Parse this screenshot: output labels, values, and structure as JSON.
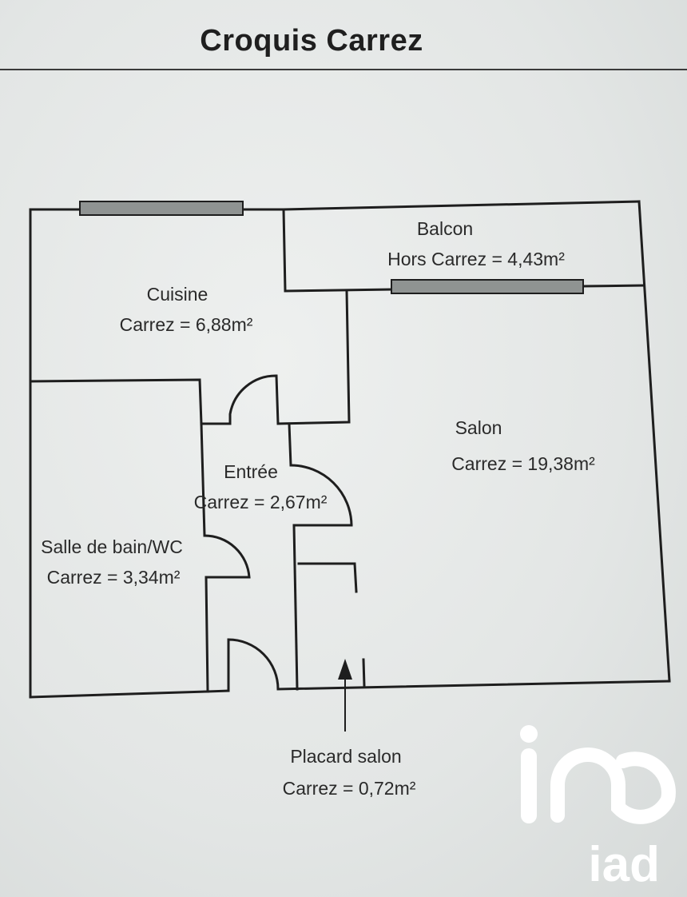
{
  "title": "Croquis Carrez",
  "rooms": {
    "balcon": {
      "name": "Balcon",
      "area": "Hors Carrez = 4,43m²"
    },
    "cuisine": {
      "name": "Cuisine",
      "area": "Carrez = 6,88m²"
    },
    "salon": {
      "name": "Salon",
      "area": "Carrez = 19,38m²"
    },
    "entree": {
      "name": "Entrée",
      "area": "Carrez = 2,67m²"
    },
    "salle_de_bain": {
      "name": "Salle de bain/WC",
      "area": "Carrez = 3,34m²"
    },
    "placard": {
      "name": "Placard salon",
      "area": "Carrez = 0,72m²"
    }
  },
  "logo": {
    "text": "iad",
    "icon": "iad-logo-icon"
  },
  "colors": {
    "wall": "#1e1e1e",
    "window": "#8f9392",
    "logo": "#ffffff"
  }
}
